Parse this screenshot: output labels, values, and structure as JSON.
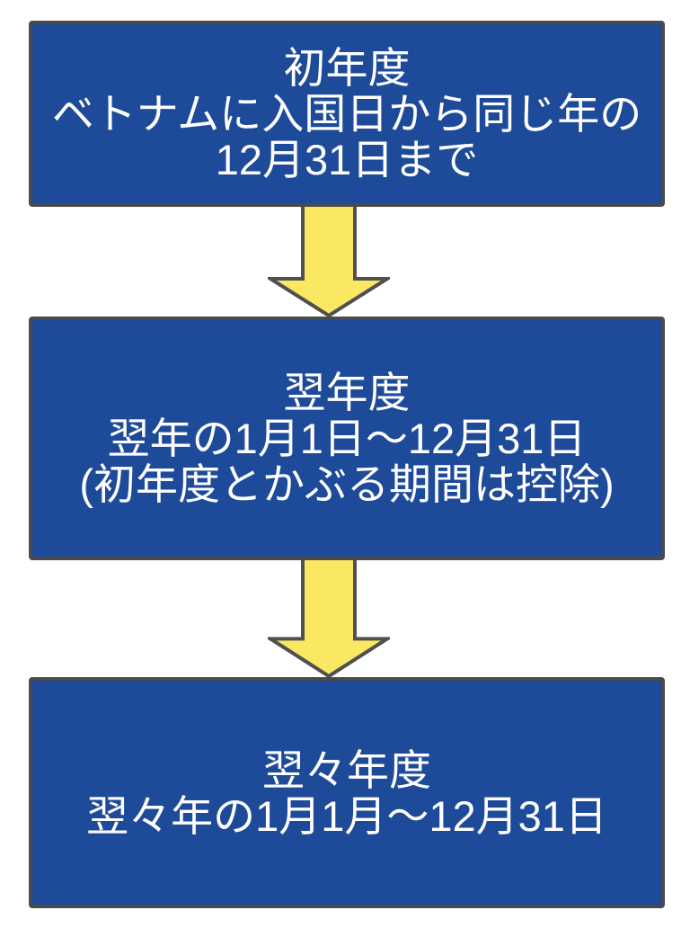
{
  "colors": {
    "background": "#FFFFFF",
    "box_fill": "#1E4A9A",
    "box_border": "#4A4A4A",
    "arrow_fill": "#FAE762",
    "arrow_border": "#505052",
    "text": "#FFFFFF"
  },
  "flowchart": {
    "boxes": [
      {
        "name": "first-year",
        "lines": [
          "初年度",
          "ベトナムに入国日から同じ年の",
          "12月31日まで"
        ]
      },
      {
        "name": "second-year",
        "lines": [
          "翌年度",
          "翌年の1月1日～12月31日",
          "(初年度とかぶる期間は控除)"
        ]
      },
      {
        "name": "third-year",
        "lines": [
          "翌々年度",
          "翌々年の1月1月～12月31日"
        ]
      }
    ]
  }
}
